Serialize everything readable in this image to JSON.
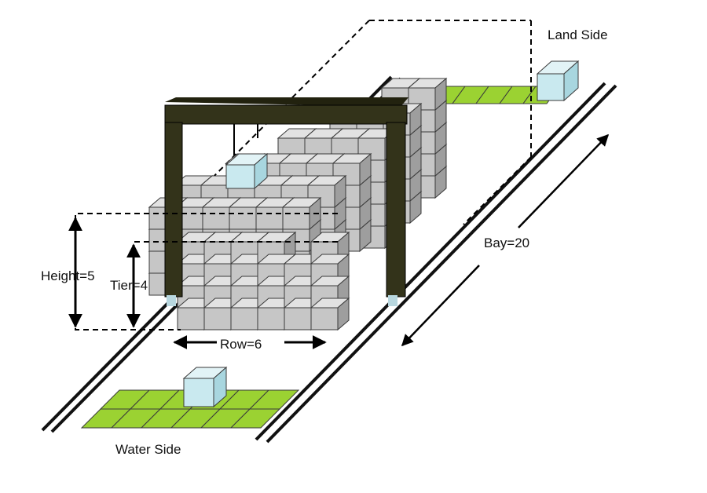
{
  "labels": {
    "land_side": "Land Side",
    "bay": "Bay=20",
    "height": "Height=5",
    "tier": "Tier=4",
    "row": "Row=6",
    "water_side": "Water Side"
  },
  "colors": {
    "gantry": "#33331a",
    "gantry_dark": "#22220f",
    "container_top": "#e2e2e2",
    "container_front": "#c6c6c6",
    "container_side": "#9e9e9e",
    "container_edge": "#3a3a3a",
    "truck_box_top": "#e2f3f6",
    "truck_box_front": "#c9e9ef",
    "truck_box_side": "#a8d6df",
    "lane_green": "#9bd232",
    "rail": "#111111"
  },
  "icons": [
    "rtg-crane-icon",
    "container-stack-icon",
    "spreader-box-icon",
    "truck-lane-icon",
    "rail-track-icon",
    "dimension-arrow-icon"
  ]
}
